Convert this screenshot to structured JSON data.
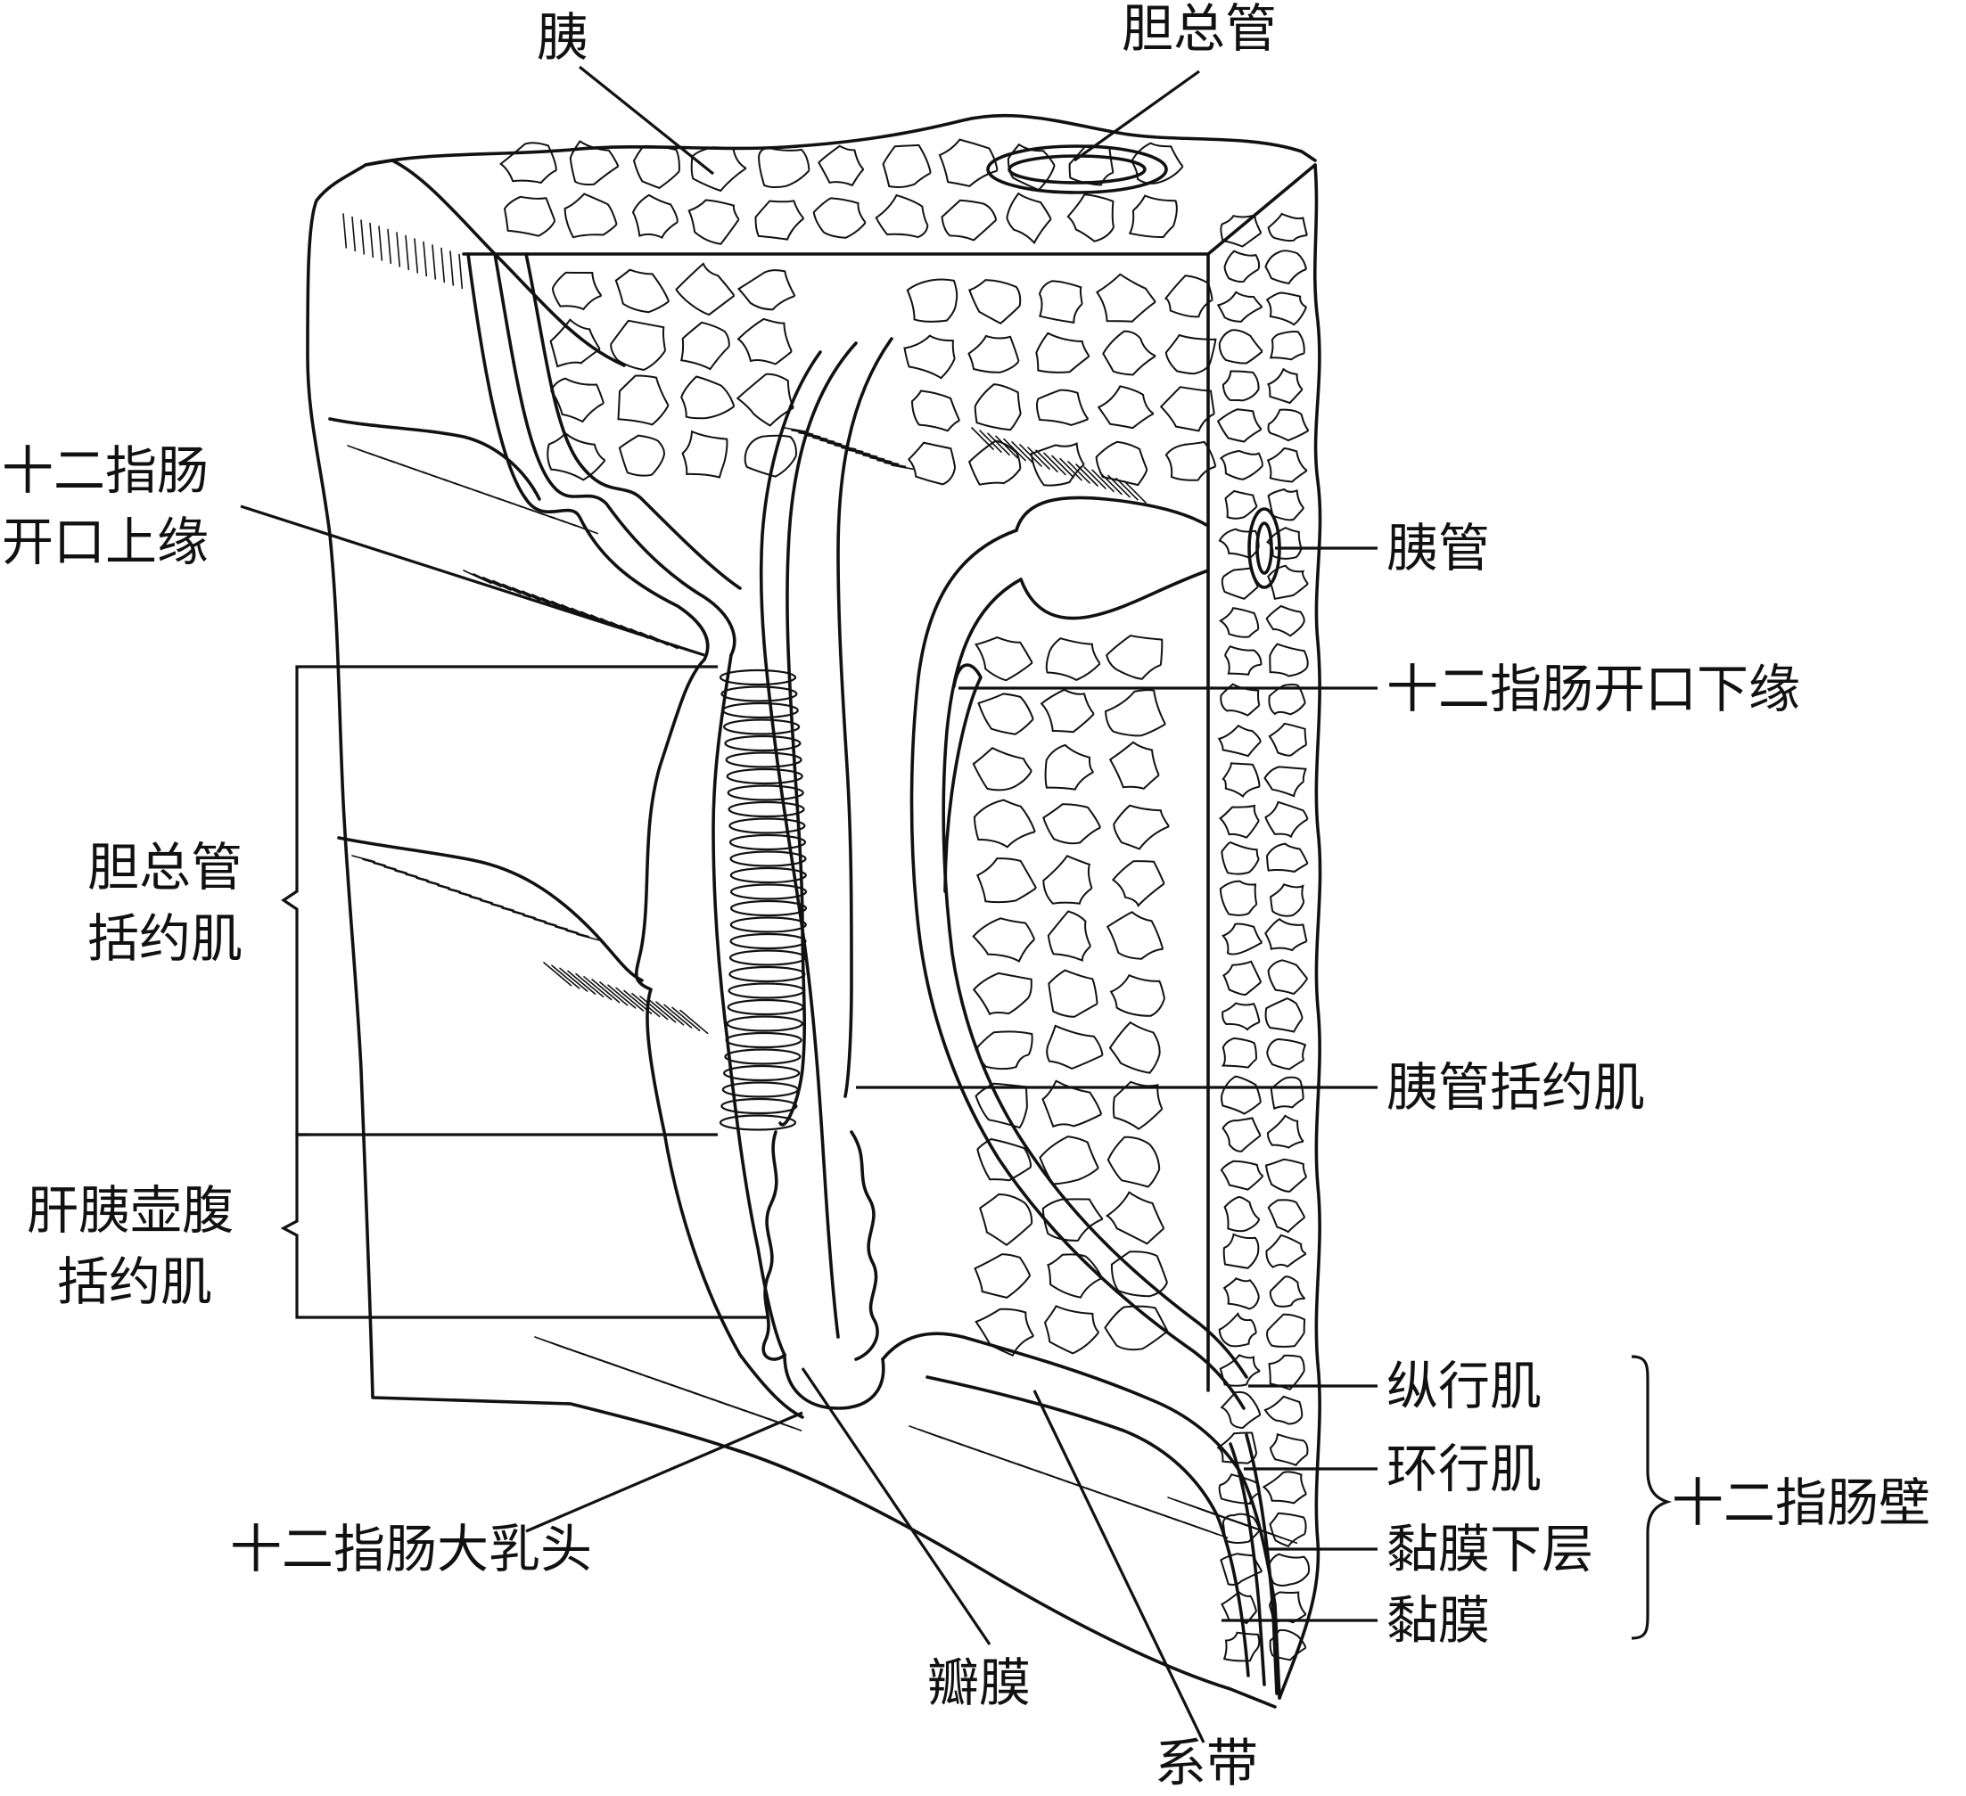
{
  "labels": {
    "pancreas": "胰",
    "common_bile_duct": "胆总管",
    "duodenal_upper_margin_line1": "十二指肠",
    "duodenal_upper_margin_line2": "开口上缘",
    "pancreatic_duct": "胰管",
    "duodenal_lower_margin": "十二指肠开口下缘",
    "cbd_sphincter_line1": "胆总管",
    "cbd_sphincter_line2": "括约肌",
    "pancreatic_duct_sphincter": "胰管括约肌",
    "ampulla_sphincter_line1": "肝胰壶腹",
    "ampulla_sphincter_line2": "括约肌",
    "longitudinal_muscle": "纵行肌",
    "circular_muscle": "环行肌",
    "submucosa": "黏膜下层",
    "mucosa": "黏膜",
    "duodenal_wall": "十二指肠壁",
    "major_duodenal_papilla": "十二指肠大乳头",
    "valve_membrane": "瓣膜",
    "frenulum": "系带"
  },
  "colors": {
    "ink": "#111111",
    "background": "#ffffff"
  }
}
